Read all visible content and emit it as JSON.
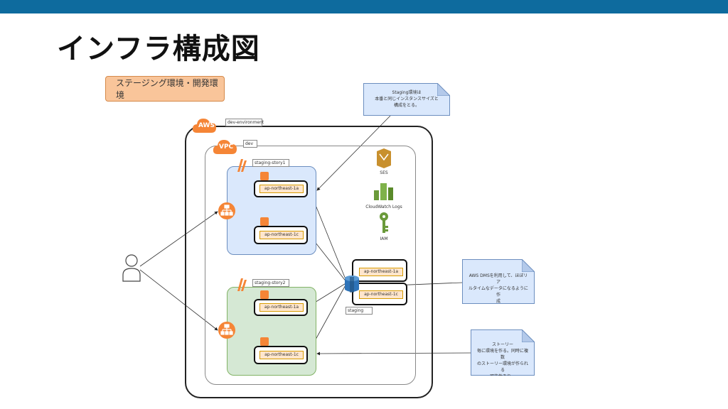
{
  "title": "インフラ構成図",
  "badge": "ステージング環境・開発環境",
  "aws": {
    "logo": "AWS",
    "tag": "dev-environment"
  },
  "vpc": {
    "logo": "VPC",
    "tag": "dev"
  },
  "stories": [
    {
      "tag": "staging-story1",
      "az": [
        "ap-northeast-1a",
        "ap-northeast-1c"
      ]
    },
    {
      "tag": "staging-story2",
      "az": [
        "ap-northeast-1a",
        "ap-northeast-1c"
      ]
    }
  ],
  "db": {
    "tag": "staging",
    "az": [
      "ap-northeast-1a",
      "ap-northeast-1c"
    ]
  },
  "services": [
    {
      "name": "SES",
      "icon": "ses-icon"
    },
    {
      "name": "CloudWatch Logs",
      "icon": "cloudwatch-icon"
    },
    {
      "name": "IAM",
      "icon": "iam-icon"
    }
  ],
  "notes": [
    {
      "lines": [
        "Staging環境は",
        "本番と同じインスタンスサイズと",
        "構成をとる。"
      ]
    },
    {
      "lines": [
        "AWS DMSを利用して、ほぼリア",
        "ルタイムなデータになるように作",
        "成"
      ]
    },
    {
      "lines": [
        "ストーリー",
        "毎に環境を作る。同時に複数",
        "のストーリー環境が作られる",
        "可能性あり。"
      ]
    }
  ],
  "colors": {
    "header": "#0e6b9e",
    "aws_orange": "#f58536",
    "story1_fill": "#dae8fc",
    "story2_fill": "#d5e8d4",
    "note_fill": "#dae8fc",
    "badge_fill": "#f9c59a",
    "rds_blue": "#2e73b8",
    "service_green": "#6a9a3a"
  }
}
